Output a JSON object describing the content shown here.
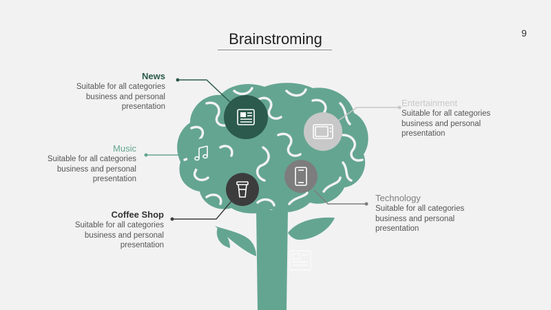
{
  "slide": {
    "title": "Brainstroming",
    "page_number": "9"
  },
  "colors": {
    "brain": "#64a591",
    "news": "#2c5a4c",
    "music": "#64a591",
    "coffee": "#3c3c3c",
    "entertainment": "#c8c8c8",
    "technology": "#7d7d7d"
  },
  "items": {
    "news": {
      "title": "News",
      "desc": "Suitable for all categories business and personal presentation",
      "icon": "newspaper-icon"
    },
    "music": {
      "title": "Music",
      "desc": "Suitable for all categories business and personal presentation",
      "icon": "music-note-icon"
    },
    "coffee": {
      "title": "Coffee Shop",
      "desc": "Suitable for all categories business and personal presentation",
      "icon": "coffee-cup-icon"
    },
    "entertainment": {
      "title": "Entertainment",
      "desc": "Suitable for all categories business and personal presentation",
      "icon": "television-icon"
    },
    "technology": {
      "title": "Technology",
      "desc": "Suitable for all categories business and personal presentation",
      "icon": "smartphone-icon"
    }
  }
}
